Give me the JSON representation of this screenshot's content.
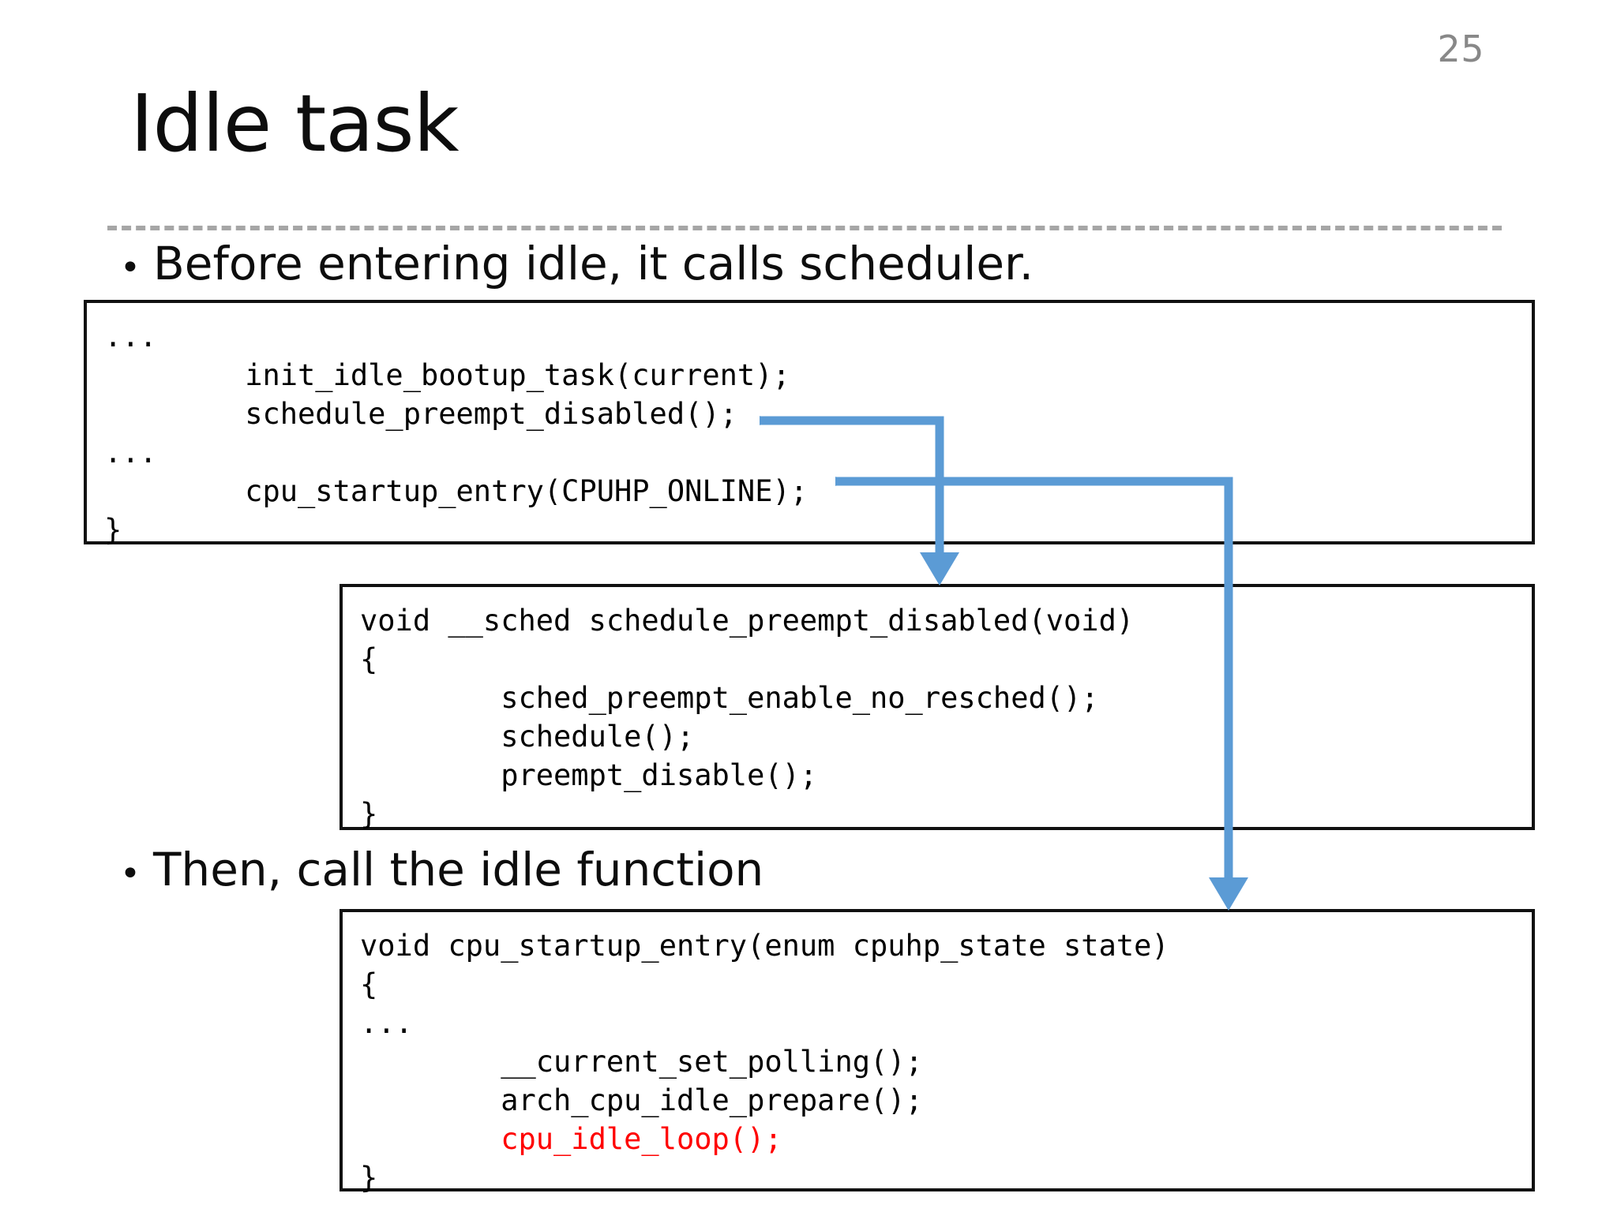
{
  "slide": {
    "page_number": "25",
    "title": "Idle task",
    "divider": "dashed-rule",
    "accent_color": "#5B9BD5",
    "code_color": "#000000",
    "highlight_color": "#FF0000",
    "background": "#FFFFFF"
  },
  "bullets": [
    {
      "marker": "•",
      "text": "Before entering idle, it calls scheduler."
    },
    {
      "marker": "•",
      "text": "Then, call the idle function"
    }
  ],
  "code_boxes": [
    {
      "id": "init-task-snippet",
      "lines": [
        {
          "text": "...",
          "color": "#000000"
        },
        {
          "text": "        init_idle_bootup_task(current);",
          "color": "#000000"
        },
        {
          "text": "        schedule_preempt_disabled();",
          "color": "#000000"
        },
        {
          "text": "...",
          "color": "#000000"
        },
        {
          "text": "        cpu_startup_entry(CPUHP_ONLINE);",
          "color": "#000000"
        },
        {
          "text": "}",
          "color": "#000000"
        }
      ]
    },
    {
      "id": "schedule-preempt-disabled-snippet",
      "lines": [
        {
          "text": "void __sched schedule_preempt_disabled(void)",
          "color": "#000000"
        },
        {
          "text": "{",
          "color": "#000000"
        },
        {
          "text": "        sched_preempt_enable_no_resched();",
          "color": "#000000"
        },
        {
          "text": "        schedule();",
          "color": "#000000"
        },
        {
          "text": "        preempt_disable();",
          "color": "#000000"
        },
        {
          "text": "}",
          "color": "#000000"
        }
      ]
    },
    {
      "id": "cpu-startup-entry-snippet",
      "lines": [
        {
          "text": "void cpu_startup_entry(enum cpuhp_state state)",
          "color": "#000000"
        },
        {
          "text": "{",
          "color": "#000000"
        },
        {
          "text": "...",
          "color": "#000000"
        },
        {
          "text": "        __current_set_polling();",
          "color": "#000000"
        },
        {
          "text": "        arch_cpu_idle_prepare();",
          "color": "#000000"
        },
        {
          "text": "        cpu_idle_loop();",
          "color": "#FF0000"
        },
        {
          "text": "}",
          "color": "#000000"
        }
      ]
    }
  ],
  "connectors": [
    {
      "name": "schedule-preempt-disabled-arrow",
      "from": "schedule_preempt_disabled();",
      "to": "void __sched schedule_preempt_disabled(void)",
      "color": "#5B9BD5"
    },
    {
      "name": "cpu-startup-entry-arrow",
      "from": "cpu_startup_entry(CPUHP_ONLINE);",
      "to": "void cpu_startup_entry(enum cpuhp_state state)",
      "color": "#5B9BD5"
    }
  ]
}
